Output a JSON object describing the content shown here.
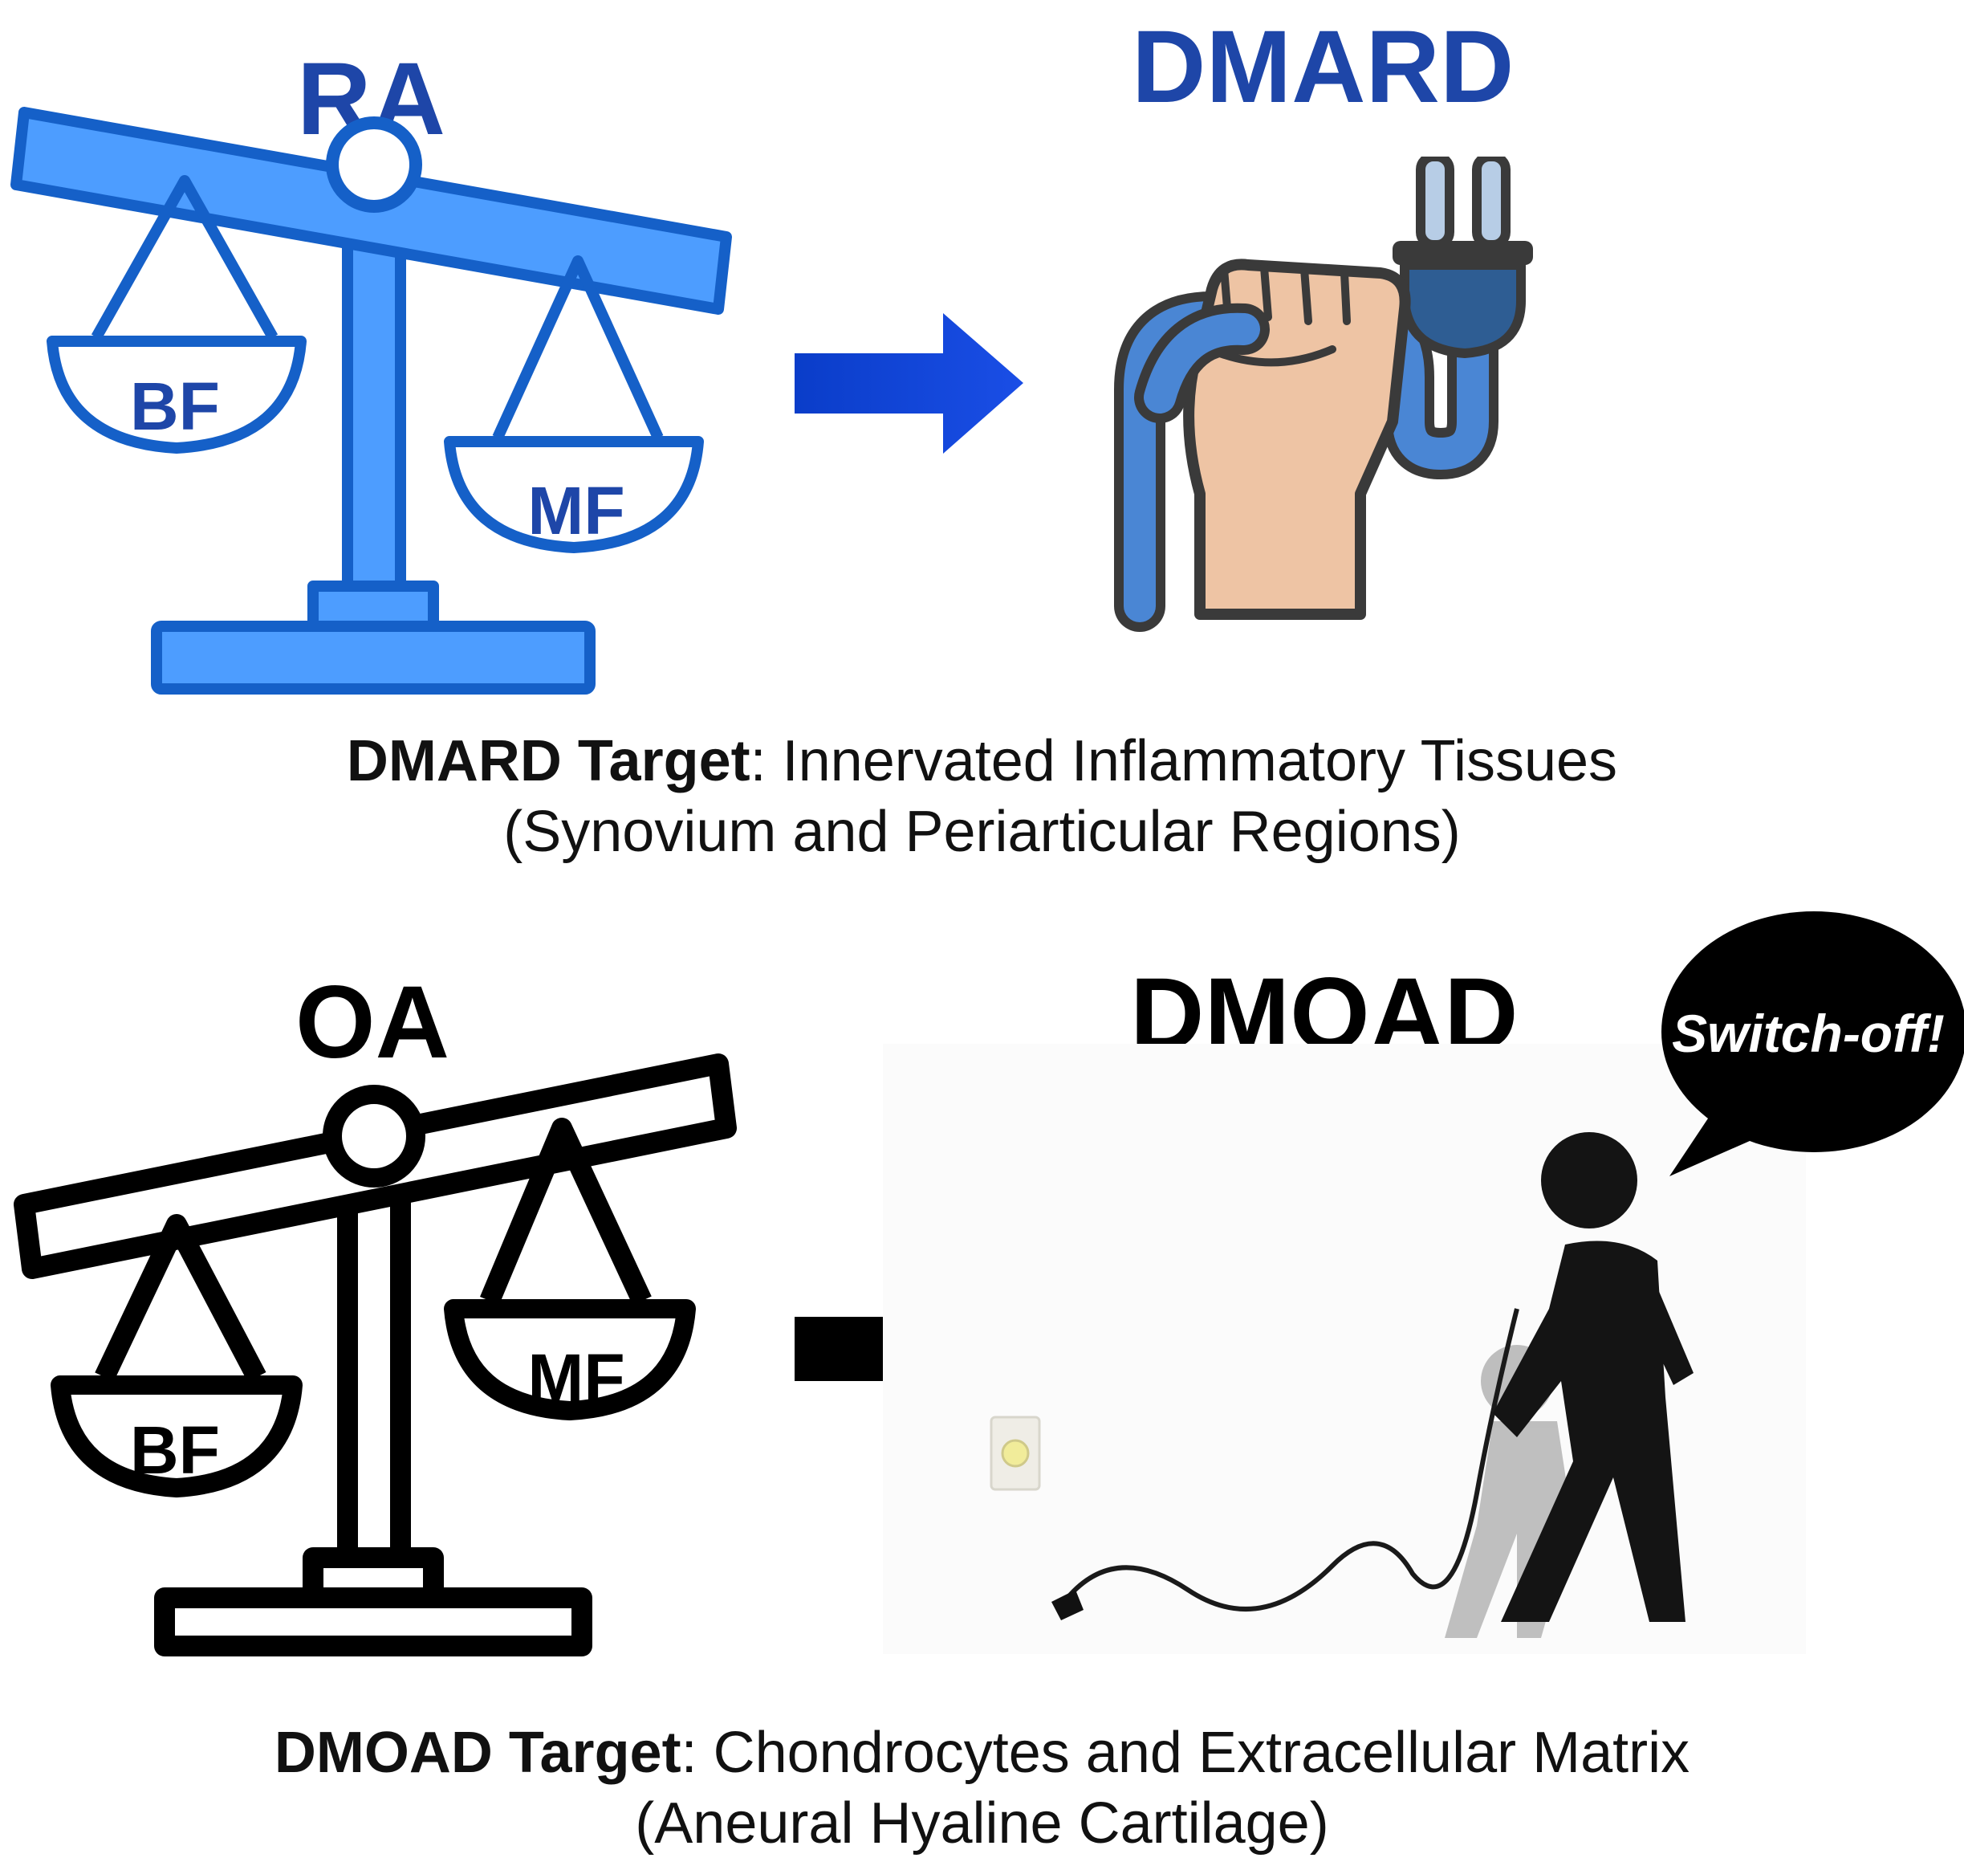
{
  "top": {
    "disease_label": "RA",
    "drug_label": "DMARD",
    "pan_left_label": "BF",
    "pan_right_label": "MF",
    "caption_bold": "DMARD Target",
    "caption_rest": ": Innervated Inflammatory Tissues",
    "caption_line2": "(Synovium and Periarticular Regions)",
    "colors": {
      "accent": "#4d9dff",
      "stroke": "#1560c8",
      "label": "#1e46a8",
      "arrow": "#0f3fcf"
    },
    "drug_icon": "hand-holding-plug-icon"
  },
  "bottom": {
    "disease_label": "OA",
    "drug_label": "DMOAD",
    "pan_left_label": "BF",
    "pan_right_label": "MF",
    "speech": "Switch-off!",
    "caption_bold": "DMOAD Target",
    "caption_rest": ": Chondrocytes and Extracellular Matrix",
    "caption_line2": "(Aneural Hyaline Cartilage)",
    "colors": {
      "accent": "#ffffff",
      "stroke": "#000000",
      "label": "#000000",
      "arrow": "#000000"
    },
    "drug_icon": "person-walking-away-unplugged-icon"
  }
}
